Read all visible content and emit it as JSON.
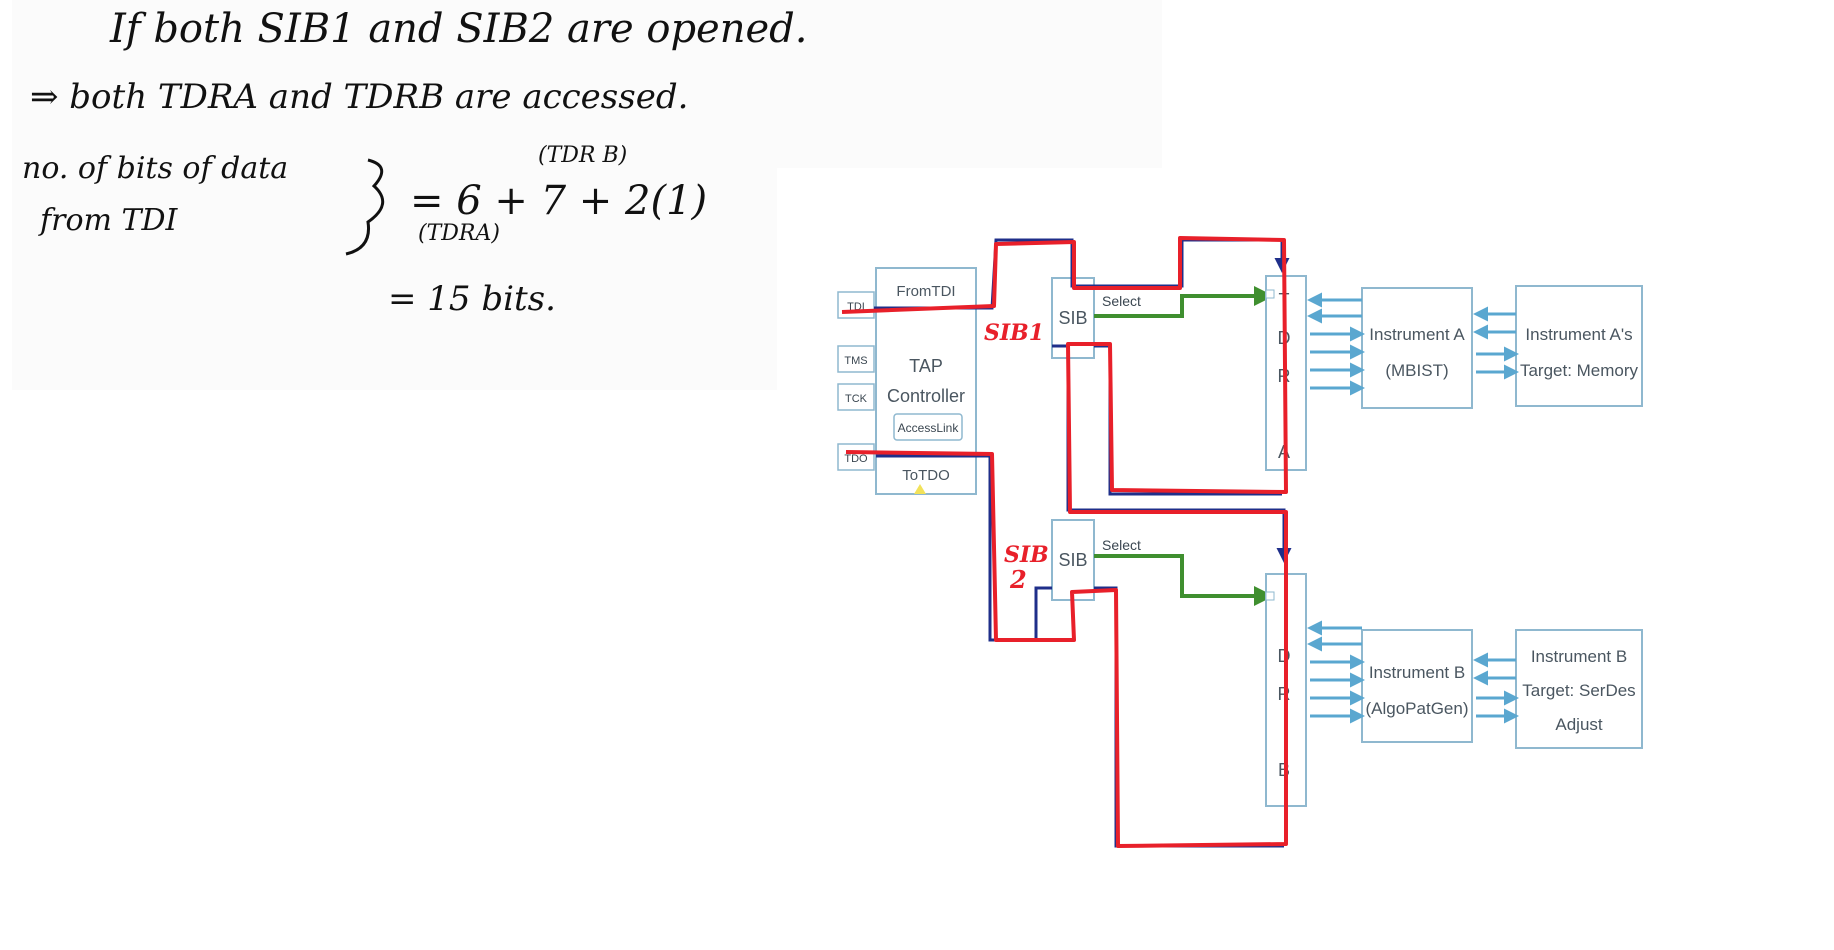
{
  "notes": {
    "line1": "If both SIB1 and SIB2 are opened.",
    "line2": "⇒ both TDRA and TDRB are accessed.",
    "bits_label_1": "no. of bits of data",
    "bits_label_2": "from TDI",
    "equation": "= 6 + 7 + 2(1)",
    "annot_tdrb": "(TDR B)",
    "annot_tdra": "(TDRA)",
    "result": "= 15 bits."
  },
  "diagram": {
    "pins": {
      "tdi": "TDI",
      "tms": "TMS",
      "tck": "TCK",
      "tdo": "TDO"
    },
    "tap": {
      "from_tdi": "FromTDI",
      "title_1": "TAP",
      "title_2": "Controller",
      "accesslink": "AccessLink",
      "to_tdo": "ToTDO"
    },
    "sib_label": "SIB",
    "select_label": "Select",
    "sib1_annot": "SIB1",
    "sib2_annot_1": "SIB",
    "sib2_annot_2": "2",
    "tdr_a_letters": [
      "T",
      "D",
      "R",
      "A"
    ],
    "tdr_b_letters": [
      "",
      "D",
      "R",
      "B"
    ],
    "instrument_a": {
      "line1": "Instrument A",
      "line2": "(MBIST)"
    },
    "target_a": {
      "line1": "Instrument A's",
      "line2": "Target: Memory"
    },
    "instrument_b": {
      "line1": "Instrument B",
      "line2": "(AlgoPatGen)"
    },
    "target_b": {
      "line1": "Instrument B",
      "line2": "Target: SerDes",
      "line3": "Adjust"
    }
  },
  "colors": {
    "ink": "#111111",
    "path_red": "#e8202a",
    "path_blue": "#1f2f8a",
    "select_green": "#3f8f2f",
    "arrow_blue": "#5aa7d0",
    "box_border": "#8fb8cf"
  }
}
